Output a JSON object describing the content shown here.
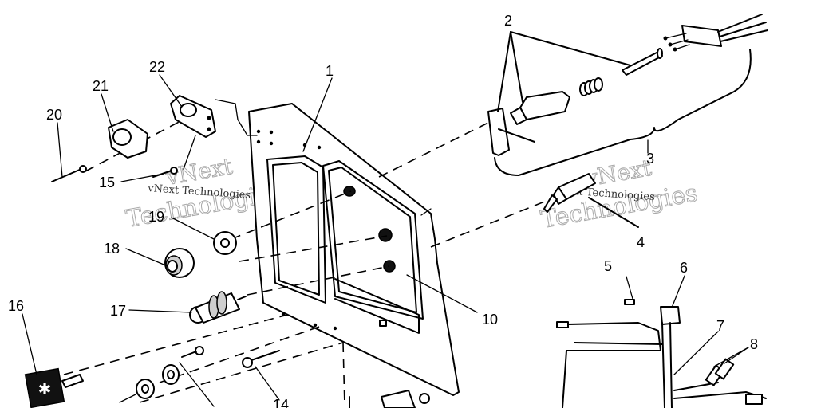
{
  "callouts": {
    "n1": "1",
    "n2": "2",
    "n3": "3",
    "n4": "4",
    "n5": "5",
    "n6": "6",
    "n7": "7",
    "n8": "8",
    "n10": "10",
    "n14": "14",
    "n15": "15",
    "n16": "16",
    "n17": "17",
    "n18": "18",
    "n19": "19",
    "n20": "20",
    "n21": "21",
    "n22": "22"
  },
  "watermarks": {
    "left_large_top": "vNext",
    "left_large_bottom": "Technologies",
    "left_small": "vNext Technologies",
    "right_large_top": "vNext",
    "right_large_bottom": "Technologies",
    "right_small": "xt Technologies"
  }
}
